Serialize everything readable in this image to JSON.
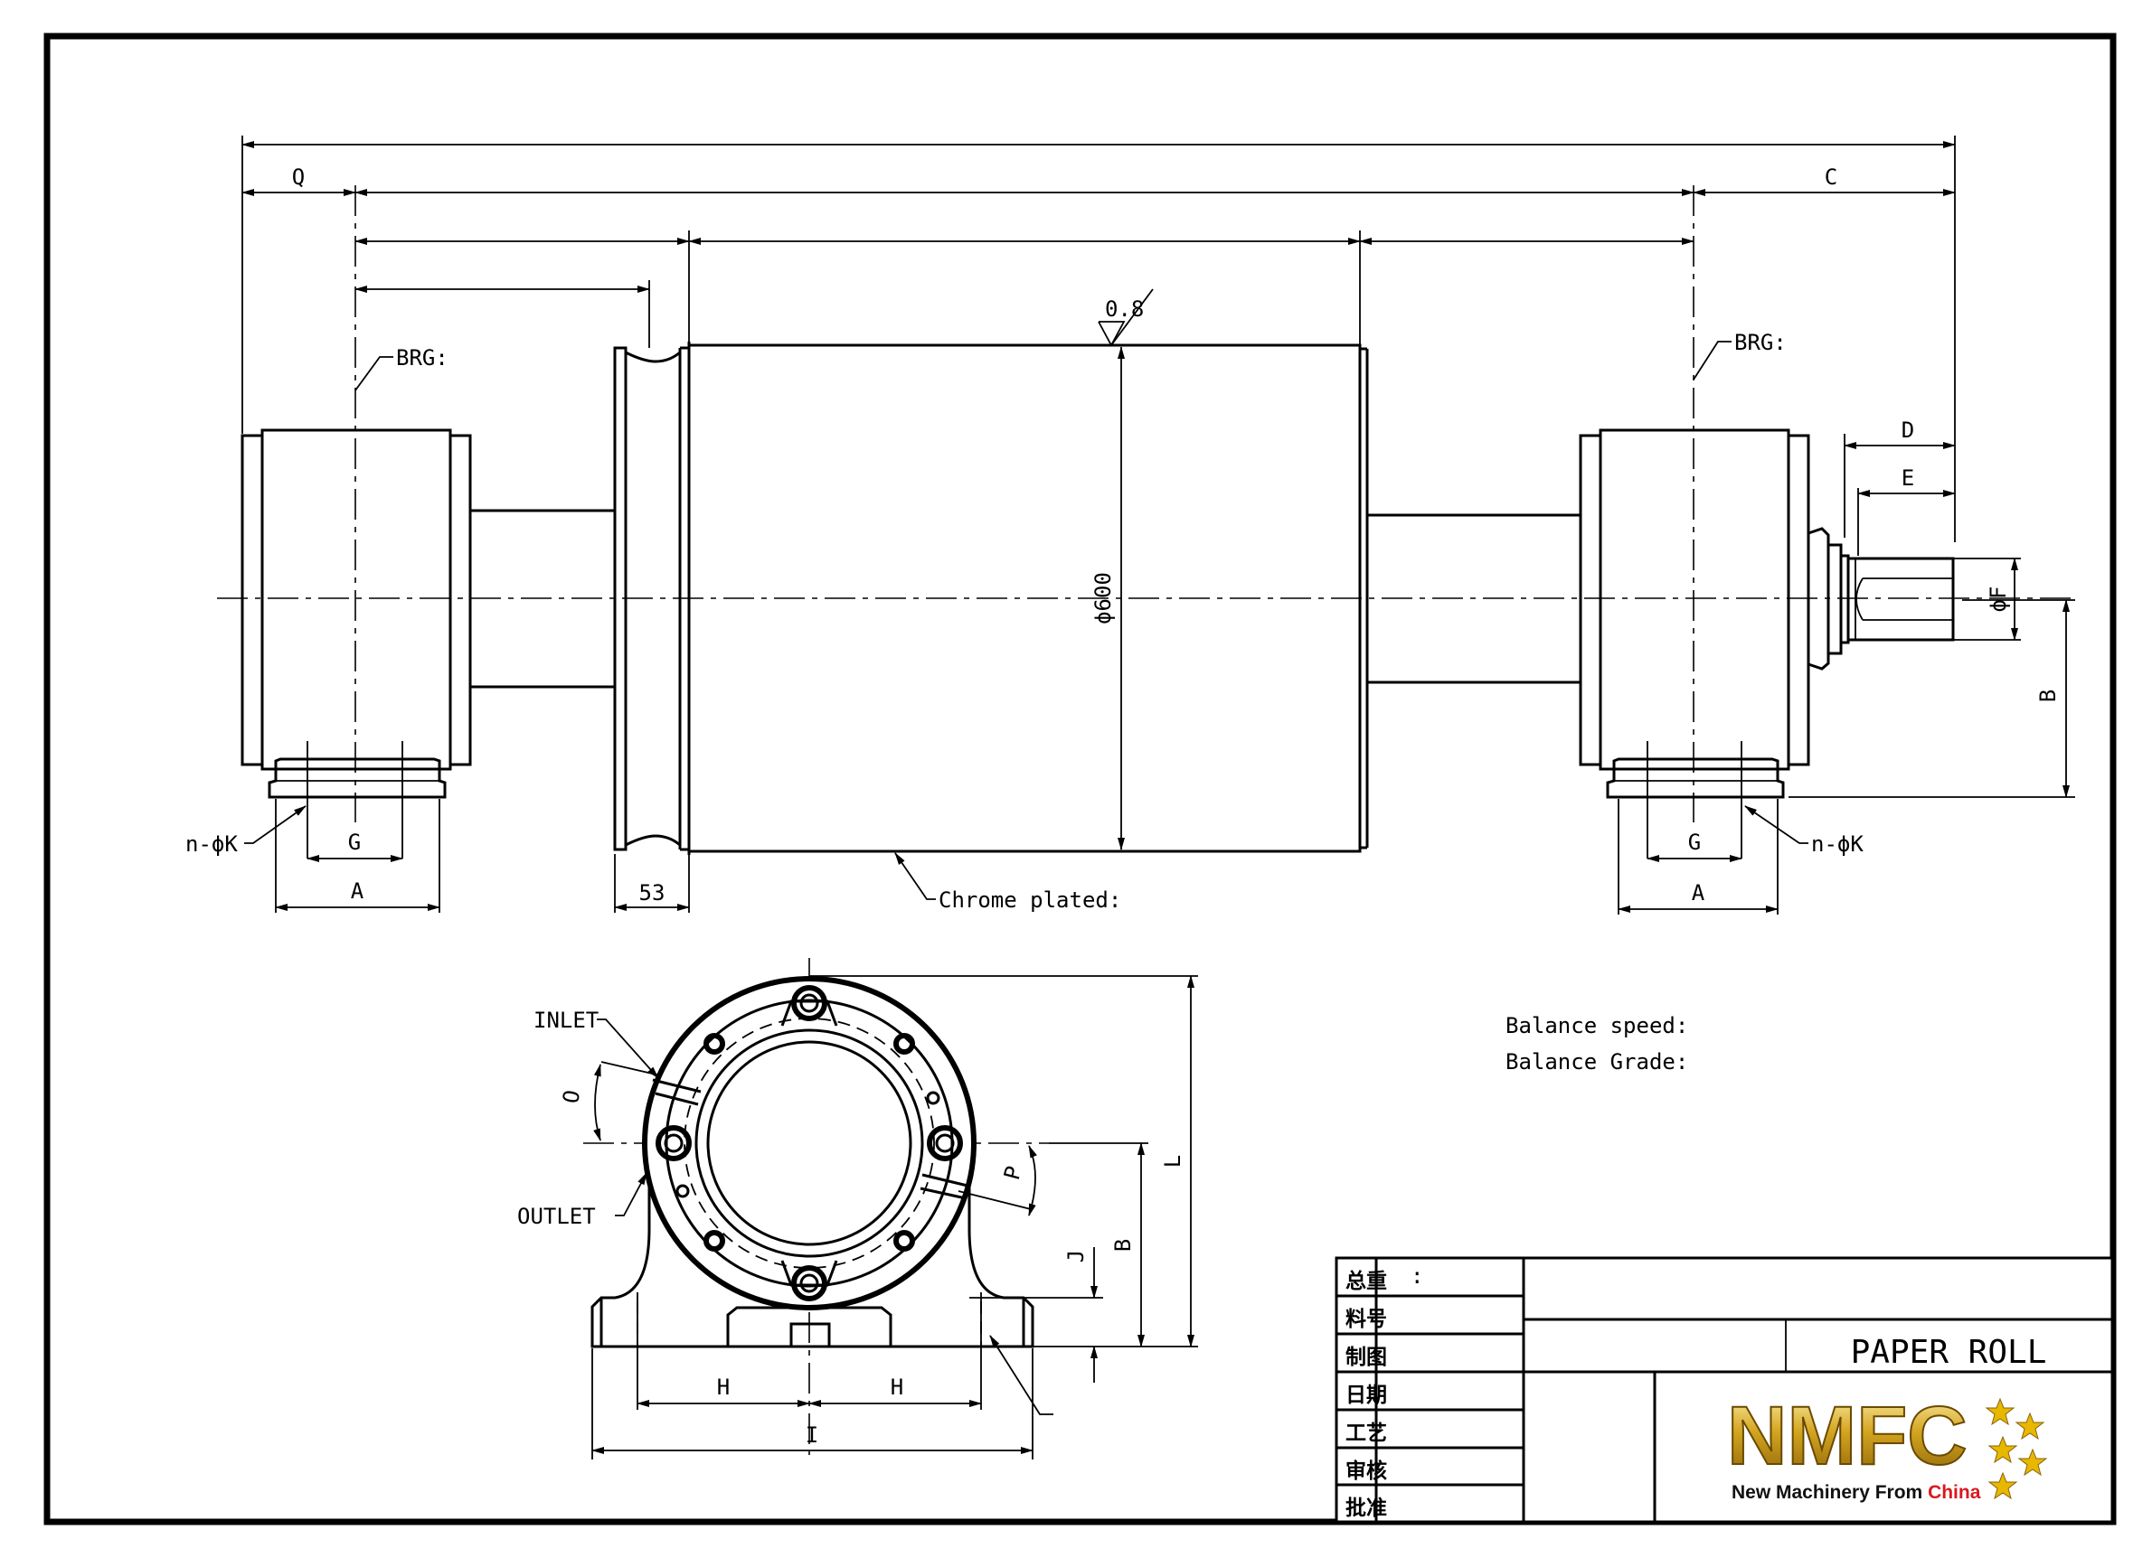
{
  "dimensions": {
    "q": "Q",
    "c": "C",
    "d": "D",
    "e": "E",
    "f": "ϕF",
    "b": "B",
    "g": "G",
    "a": "A",
    "n_k": "n-ϕK",
    "w53": "53",
    "dia600": "ϕ600",
    "surface": "0.8",
    "brg": "BRG:",
    "chrome": "Chrome plated:",
    "inlet": "INLET",
    "outlet": "OUTLET",
    "o": "O",
    "p": "P",
    "l": "L",
    "j": "J",
    "h": "H",
    "i": "I"
  },
  "notes": {
    "balance_speed": "Balance speed:",
    "balance_grade": "Balance Grade:"
  },
  "title_block": {
    "rows": [
      "总重",
      "料号",
      "制图",
      "日期",
      "工艺",
      "审核",
      "批准"
    ],
    "weight_value": ":",
    "title": "PAPER ROLL",
    "logo_text": "NMFC",
    "logo_tagline_1": "New Machinery From ",
    "logo_tagline_2": "China"
  },
  "colors": {
    "logo_gold": "#c9a227",
    "logo_red": "#d71920",
    "star": "#e8b800"
  }
}
